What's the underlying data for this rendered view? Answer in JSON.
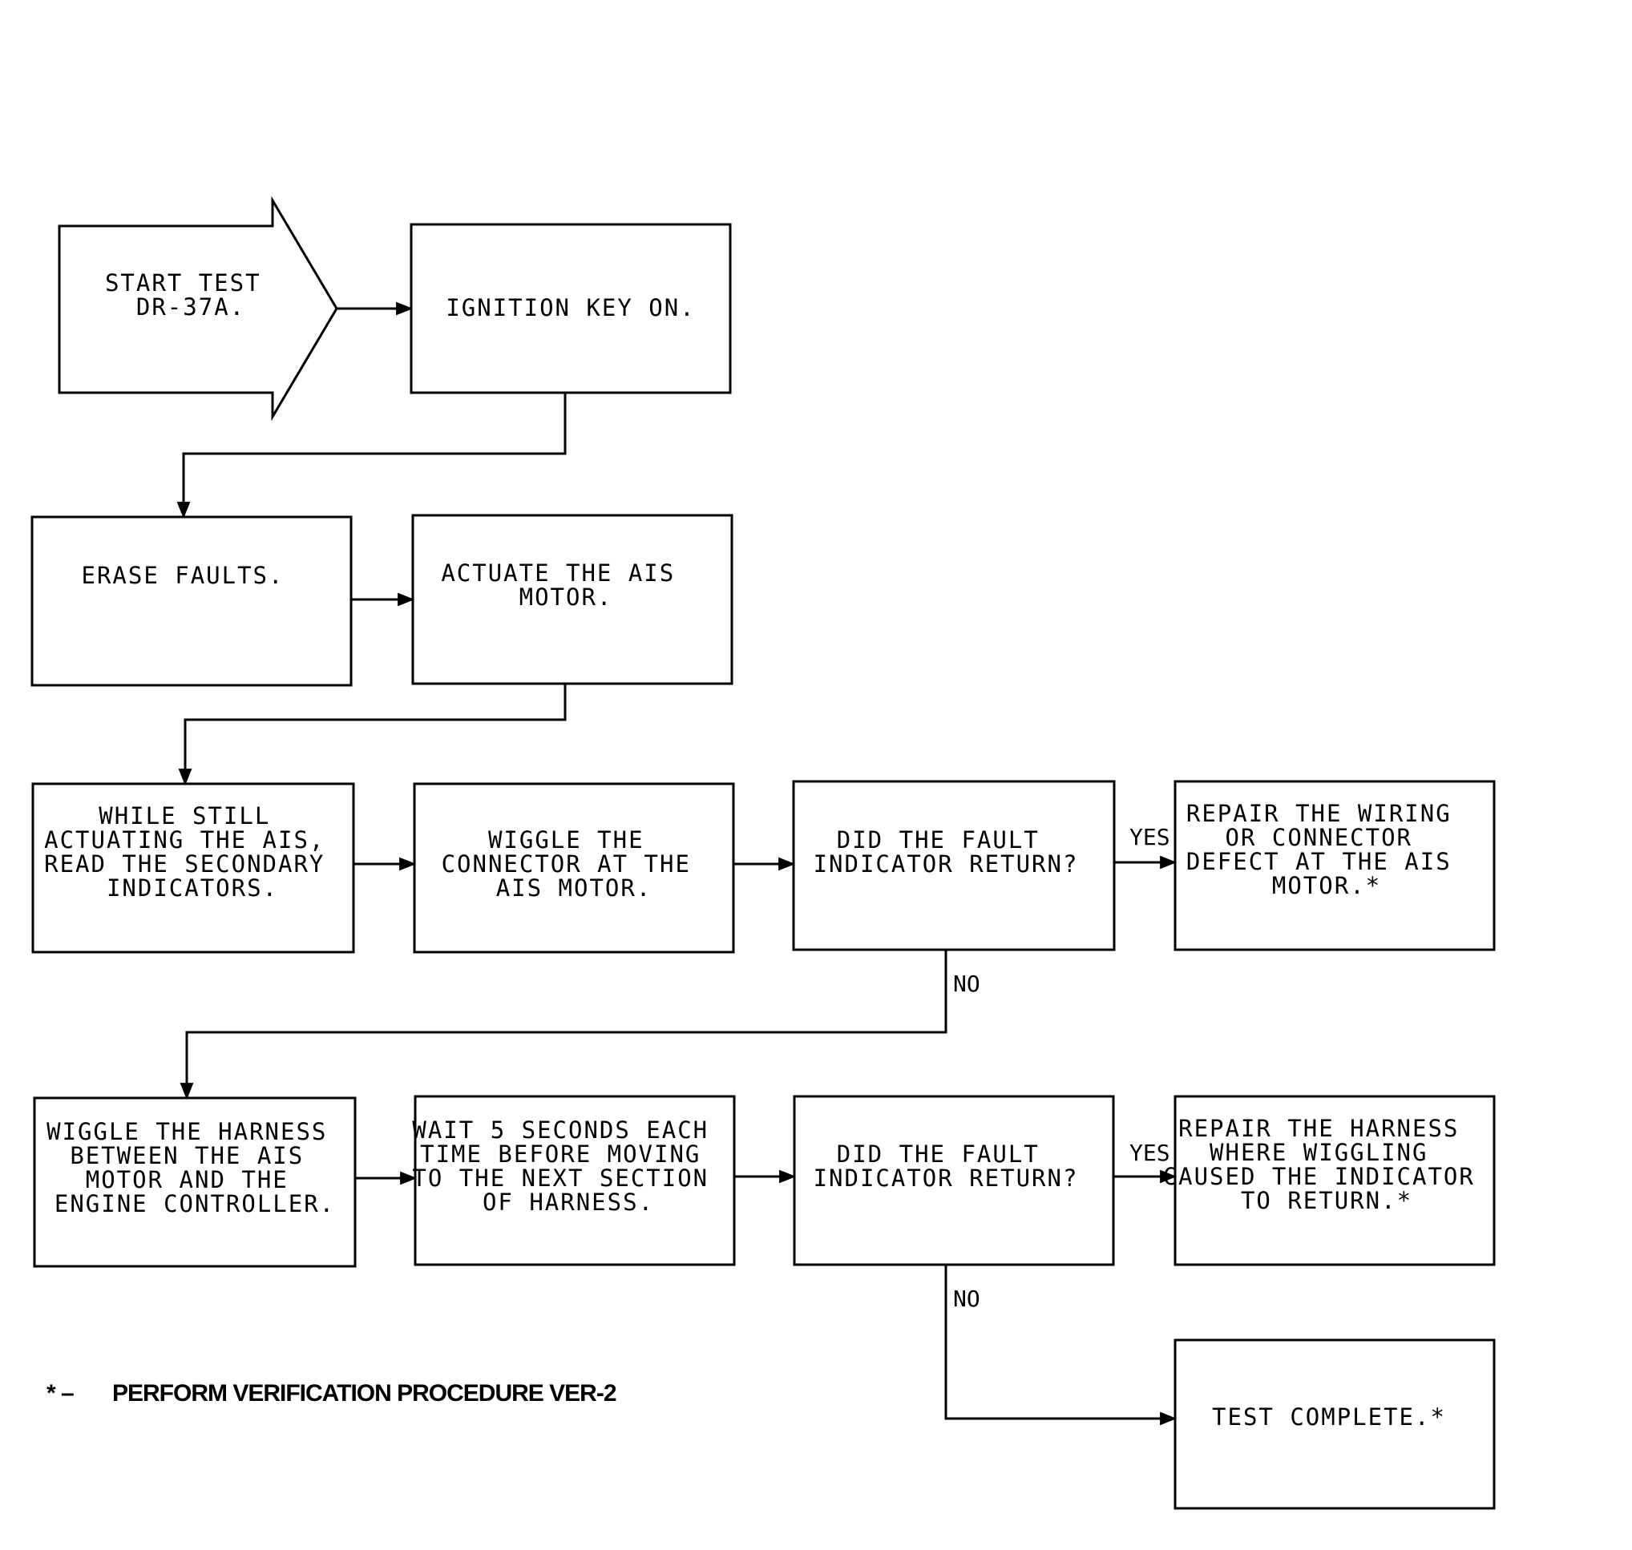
{
  "nodes": {
    "start": [
      "START TEST",
      "DR-37A."
    ],
    "ignition": [
      "IGNITION KEY ON."
    ],
    "erase": [
      "ERASE FAULTS."
    ],
    "actuate": [
      "ACTUATE THE AIS",
      "MOTOR."
    ],
    "read_secondary": [
      "WHILE STILL",
      "ACTUATING THE AIS,",
      "READ THE SECONDARY",
      "INDICATORS."
    ],
    "wiggle_connector": [
      "WIGGLE THE",
      "CONNECTOR AT THE",
      "AIS MOTOR."
    ],
    "decision_1": [
      "DID THE FAULT",
      "INDICATOR RETURN?"
    ],
    "repair_wiring": [
      "REPAIR THE WIRING",
      "OR CONNECTOR",
      "DEFECT AT THE AIS",
      "MOTOR.*"
    ],
    "wiggle_harness": [
      "WIGGLE THE HARNESS",
      "BETWEEN THE AIS",
      "MOTOR AND THE",
      "ENGINE CONTROLLER."
    ],
    "wait": [
      "WAIT 5 SECONDS EACH",
      "TIME BEFORE MOVING",
      "TO THE NEXT SECTION",
      "OF HARNESS."
    ],
    "decision_2": [
      "DID THE FAULT",
      "INDICATOR RETURN?"
    ],
    "repair_harness": [
      "REPAIR THE HARNESS",
      "WHERE WIGGLING",
      "CAUSED THE INDICATOR",
      "TO RETURN.*"
    ],
    "test_complete": [
      "TEST COMPLETE.*"
    ]
  },
  "branches": {
    "decision_1_yes": "YES",
    "decision_1_no": "NO",
    "decision_2_yes": "YES",
    "decision_2_no": "NO"
  },
  "footnote": {
    "marker": "* –",
    "text": "PERFORM VERIFICATION PROCEDURE VER-2"
  }
}
